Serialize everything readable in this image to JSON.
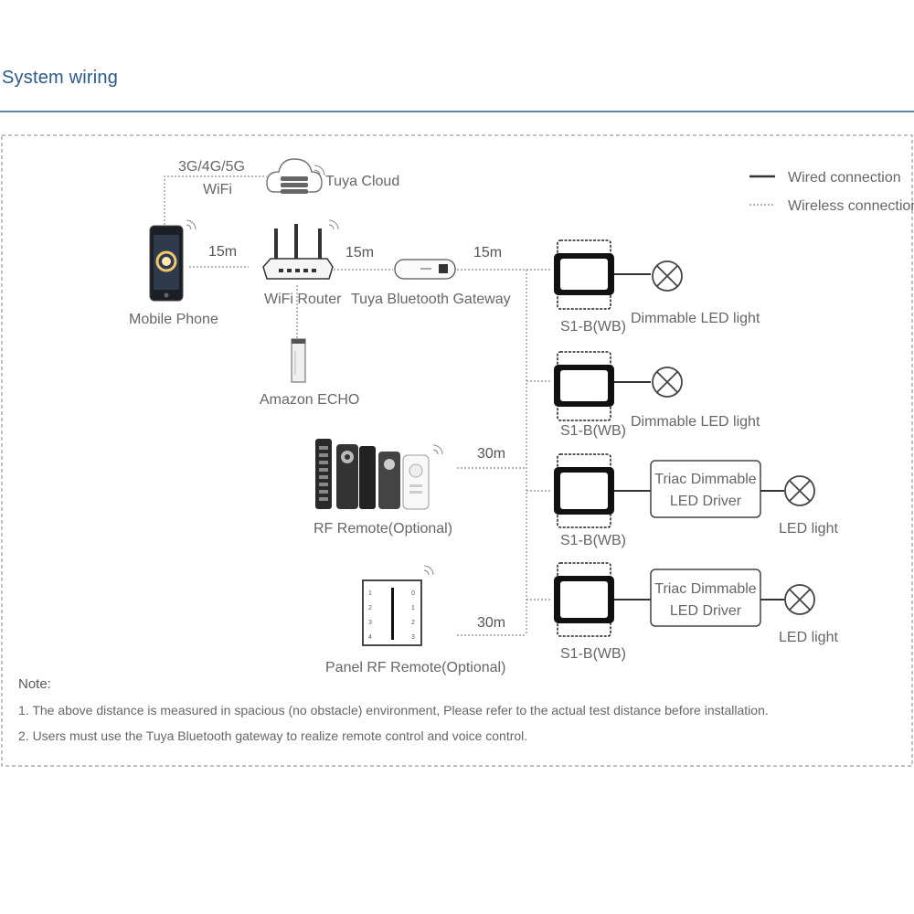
{
  "section_title": "System wiring",
  "legend": {
    "wired": "Wired connection",
    "wireless": "Wireless connection"
  },
  "devices": {
    "mobile_phone": "Mobile Phone",
    "network": "3G/4G/5G",
    "wifi": "WiFi",
    "cloud": "Tuya Cloud",
    "router": "WiFi Router",
    "gateway": "Tuya Bluetooth Gateway",
    "echo": "Amazon ECHO",
    "rf_remote": "RF Remote(Optional)",
    "panel_remote": "Panel RF Remote(Optional)"
  },
  "distances": {
    "phone_router": "15m",
    "router_gateway": "15m",
    "gateway_bus": "15m",
    "rf_remote": "30m",
    "panel_remote": "30m"
  },
  "receivers": [
    {
      "model": "S1-B(WB)",
      "load": "Dimmable LED light",
      "driver": null
    },
    {
      "model": "S1-B(WB)",
      "load": "Dimmable LED light",
      "driver": null
    },
    {
      "model": "S1-B(WB)",
      "load": "LED light",
      "driver": [
        "Triac Dimmable",
        "LED Driver"
      ]
    },
    {
      "model": "S1-B(WB)",
      "load": "LED light",
      "driver": [
        "Triac Dimmable",
        "LED Driver"
      ]
    }
  ],
  "panel_labels": {
    "left": [
      "1",
      "2",
      "3",
      "4"
    ],
    "right": [
      "0",
      "1",
      "2",
      "3"
    ]
  },
  "notes": {
    "heading": "Note:",
    "items": [
      "1. The above distance is measured in spacious (no obstacle) environment,  Please refer to the actual test distance before installation.",
      "2. Users must use the Tuya Bluetooth gateway to realize remote control and voice control."
    ]
  }
}
